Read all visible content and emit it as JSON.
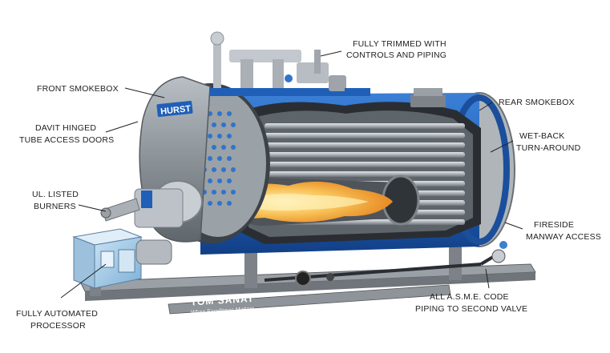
{
  "labels": {
    "front_smokebox": "FRONT SMOKEBOX",
    "davit_line1": "DAVIT HINGED",
    "davit_line2": "TUBE ACCESS DOORS",
    "ul_line1": "UL. LISTED",
    "ul_line2": "BURNERS",
    "auto_line1": "FULLY AUTOMATED",
    "auto_line2": "PROCESSOR",
    "trim_line1": "FULLY TRIMMED WITH",
    "trim_line2": "CONTROLS AND PIPING",
    "rear_smokebox": "REAR SMOKEBOX",
    "wetback_line1": "WET-BACK",
    "wetback_line2": "TURN-AROUND",
    "fireside_line1": "FIRESIDE",
    "fireside_line2": "MANWAY ACCESS",
    "asme_line1": "ALL A.S.M.E. CODE",
    "asme_line2": "PIPING TO SECOND VALVE"
  },
  "brand": {
    "name": "TOM SANAT",
    "slogan": "When Excellence Matters",
    "plate": "HURST"
  },
  "colors": {
    "shell_blue": "#1f5fb8",
    "steel": "#8a9096",
    "flame": "#f4b244"
  }
}
